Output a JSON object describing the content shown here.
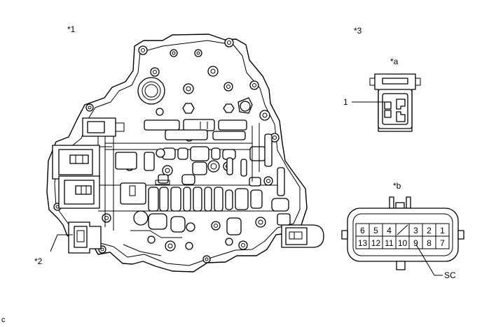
{
  "callouts": {
    "star1": "*1",
    "star2": "*2",
    "star3": "*3",
    "star_a": "*a",
    "star_b": "*b",
    "pin_label_1": "1",
    "sc_label": "SC",
    "corner_code": "c"
  },
  "connector_b": {
    "top_row": [
      "6",
      "5",
      "4",
      "",
      "3",
      "2",
      "1"
    ],
    "bottom_row": [
      "13",
      "12",
      "11",
      "10",
      "9",
      "8",
      "7"
    ]
  }
}
